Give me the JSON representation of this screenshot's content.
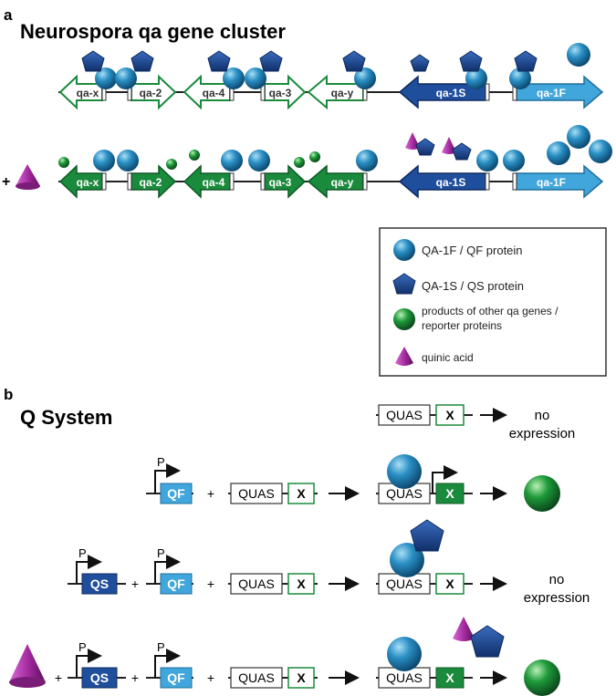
{
  "panel_a": {
    "label": "a",
    "title": "Neurospora qa gene cluster",
    "plus": "+",
    "genes": [
      "qa-x",
      "qa-2",
      "qa-4",
      "qa-3",
      "qa-y",
      "qa-1S",
      "qa-1F"
    ]
  },
  "legend": {
    "items": [
      {
        "icon": "blue-sphere",
        "text": "QA-1F / QF protein"
      },
      {
        "icon": "navy-pentagon",
        "text": "QA-1S / QS protein"
      },
      {
        "icon": "green-sphere",
        "text_line1": "products of other qa genes /",
        "text_line2": "reporter proteins"
      },
      {
        "icon": "purple-cone",
        "text": "quinic acid"
      }
    ]
  },
  "panel_b": {
    "label": "b",
    "title": "Q System",
    "plus": "+",
    "promoter": "P",
    "qf": "QF",
    "qs": "QS",
    "quas": "QUAS",
    "x": "X",
    "no_expression_line1": "no",
    "no_expression_line2": "expression"
  },
  "colors": {
    "navy": "#1f4e9c",
    "light_blue": "#41a6dc",
    "green": "#1a8a3c",
    "purple": "#a0289c",
    "sphere_blue": "#2a8fc4"
  }
}
